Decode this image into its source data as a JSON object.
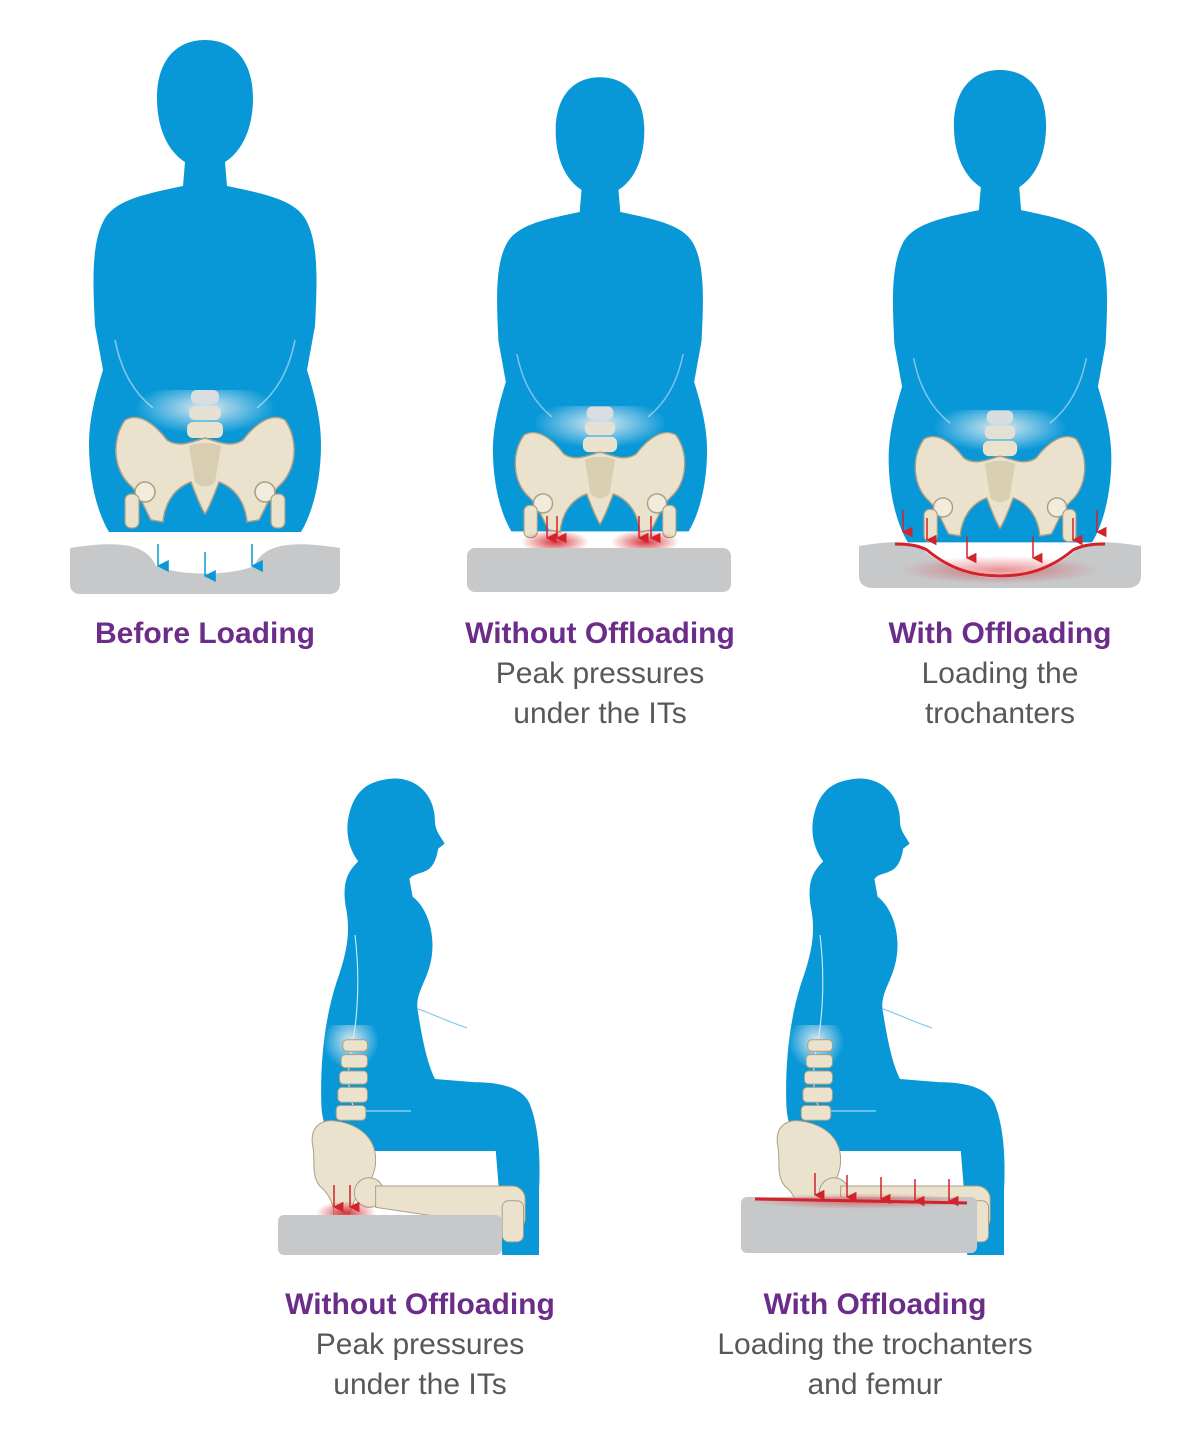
{
  "colors": {
    "body_blue": "#0898d7",
    "bone": "#eae2cc",
    "cushion_gray": "#c7c8ca",
    "pressure_red": "#d2232a",
    "title_purple": "#6b2c8a",
    "subtitle_gray": "#58585a"
  },
  "panels": {
    "before_loading": {
      "title": "Before Loading"
    },
    "without_offloading_back": {
      "title": "Without Offloading",
      "line1": "Peak pressures",
      "line2": "under the ITs"
    },
    "with_offloading_back": {
      "title": "With Offloading",
      "line1": "Loading the",
      "line2": "trochanters"
    },
    "without_offloading_side": {
      "title": "Without Offloading",
      "line1": "Peak pressures",
      "line2": "under the ITs"
    },
    "with_offloading_side": {
      "title": "With Offloading",
      "line1": "Loading the trochanters",
      "line2": "and femur"
    }
  }
}
